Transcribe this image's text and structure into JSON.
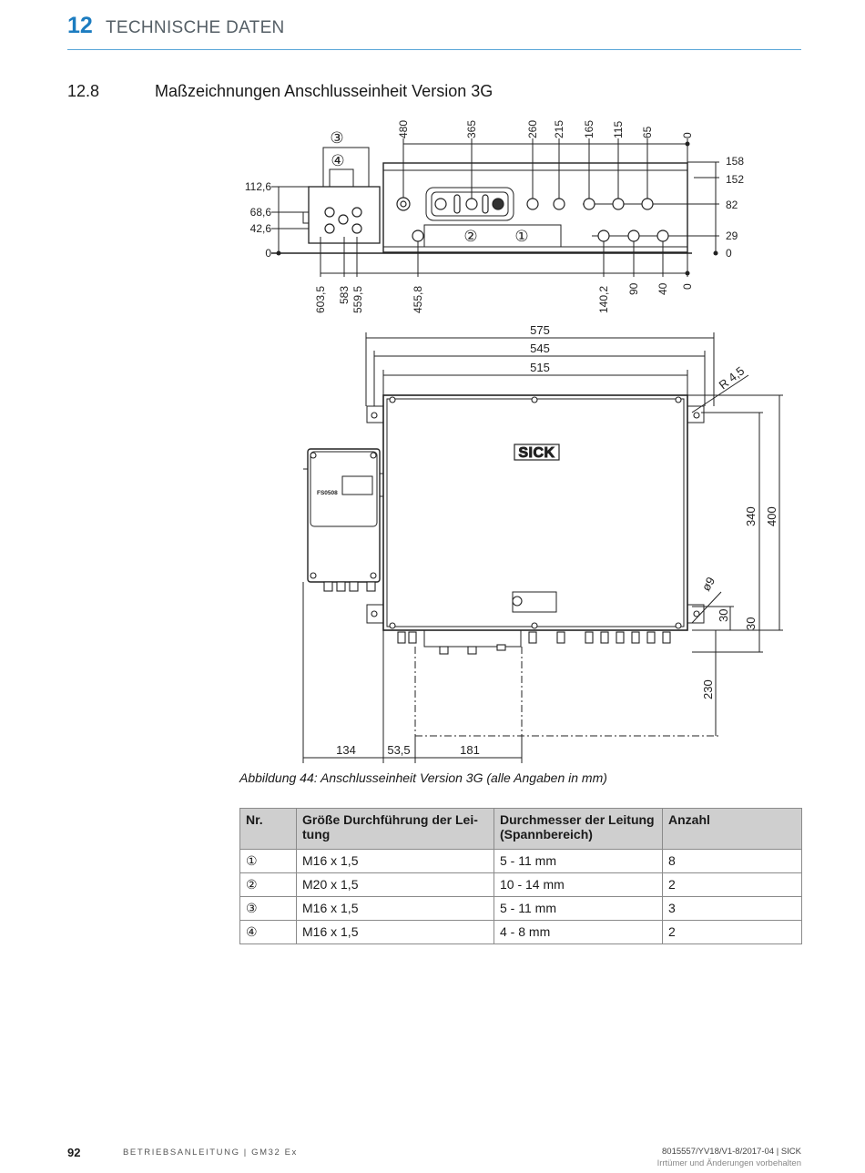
{
  "header": {
    "chapter_number": "12",
    "chapter_title": "TECHNISCHE DATEN"
  },
  "section": {
    "number": "12.8",
    "title": "Maßzeichnungen Anschlusseinheit Version 3G"
  },
  "drawing": {
    "top_view": {
      "top_dims": [
        "480",
        "365",
        "260",
        "215",
        "165",
        "115",
        "65",
        "0"
      ],
      "right_dims": [
        "158",
        "152",
        "82",
        "29",
        "0"
      ],
      "left_dims": [
        "112,6",
        "68,6",
        "42,6",
        "0"
      ],
      "bottom_dims": [
        "603,5",
        "583",
        "559,5",
        "455,8",
        "140,2",
        "90",
        "40",
        "0"
      ],
      "callouts": [
        "③",
        "④",
        "②",
        "①"
      ]
    },
    "front_view": {
      "width_dims": [
        "575",
        "545",
        "515"
      ],
      "radius": "R 4,5",
      "hole": "ø9",
      "height_dims": [
        "340",
        "400"
      ],
      "small_dims": [
        "30",
        "30"
      ],
      "clearance": "230",
      "bottom_dims": [
        "134",
        "53,5",
        "181"
      ],
      "brand_label": "SICK",
      "module_label": "FS0508"
    }
  },
  "caption": "Abbildung 44: Anschlusseinheit Version 3G (alle Angaben in mm)",
  "table": {
    "headers": [
      "Nr.",
      "Größe Durchführung der Lei-\ntung",
      "Durchmesser der Leitung\n(Spannbereich)",
      "Anzahl"
    ],
    "rows": [
      [
        "①",
        "M16 x 1,5",
        "5 - 11 mm",
        "8"
      ],
      [
        "②",
        "M20 x 1,5",
        "10 - 14 mm",
        "2"
      ],
      [
        "③",
        "M16 x 1,5",
        "5 - 11 mm",
        "3"
      ],
      [
        "④",
        "M16 x 1,5",
        "4 - 8 mm",
        "2"
      ]
    ]
  },
  "footer": {
    "page_number": "92",
    "doc_title": "BETRIEBSANLEITUNG | GM32 Ex",
    "doc_id": "8015557/YV18/V1-8/2017-04 | SICK",
    "disclaimer": "Irrtümer und Änderungen vorbehalten"
  }
}
